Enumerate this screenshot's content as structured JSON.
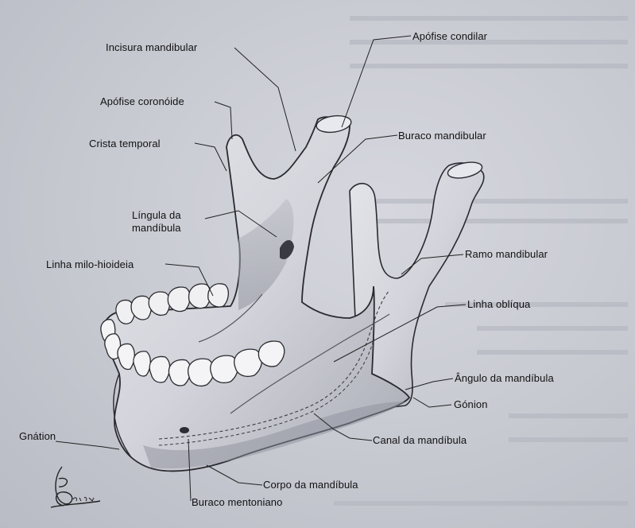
{
  "labels": {
    "incisura": "Incisura mandibular",
    "apofise_condilar": "Apófise condilar",
    "apofise_coronoide": "Apófise coronóide",
    "buraco_mandibular": "Buraco mandibular",
    "crista_temporal": "Crista temporal",
    "lingula_line1": "Língula da",
    "lingula_line2": "mandíbula",
    "ramo_mandibular": "Ramo mandibular",
    "linha_milo": "Linha milo-hioideia",
    "linha_obliqua": "Linha oblíqua",
    "angulo": "Ângulo da mandíbula",
    "gonion": "Gónion",
    "gnation": "Gnátion",
    "canal": "Canal da mandíbula",
    "corpo": "Corpo da mandíbula",
    "buraco_mentoniano": "Buraco mentoniano"
  },
  "signature": "Beelaw",
  "colors": {
    "background": "#c9cbd3",
    "bone": "#dcdde3",
    "bone_shadow": "#9fa1ab",
    "outline": "#2a2a30",
    "label_text": "#111111",
    "leader_line": "#222222"
  }
}
